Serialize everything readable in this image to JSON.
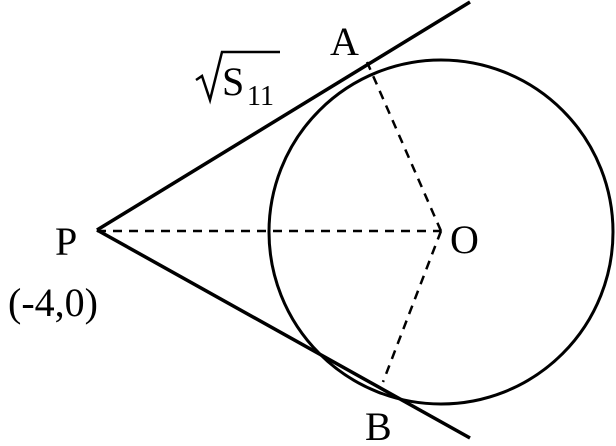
{
  "labels": {
    "point_a": "A",
    "point_b": "B",
    "point_p": "P",
    "point_p_coords": "(-4,0)",
    "point_o": "O",
    "tangent_length_base": "S",
    "tangent_length_subscript": "11"
  },
  "colors": {
    "stroke": "#000000",
    "background": "#ffffff"
  }
}
